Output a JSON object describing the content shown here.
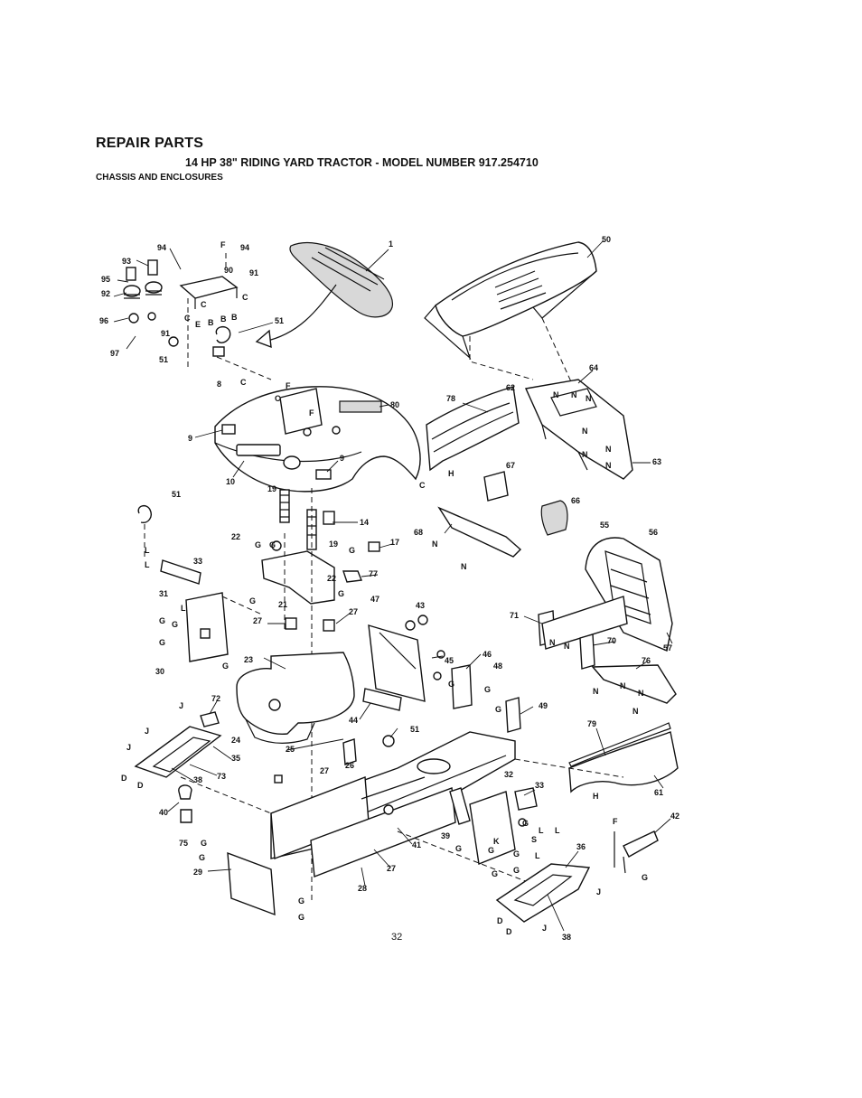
{
  "header": {
    "title": "REPAIR PARTS",
    "subtitle": "14 HP 38\" RIDING YARD TRACTOR - MODEL NUMBER 917.254710",
    "section": "CHASSIS AND ENCLOSURES"
  },
  "page_number": "32",
  "callouts": {
    "c1": "1",
    "c50": "50",
    "c94a": "94",
    "c94b": "94",
    "c93": "93",
    "c95": "95",
    "c90": "90",
    "c91a": "91",
    "c92": "92",
    "c96": "96",
    "c97": "97",
    "c91b": "91",
    "c51a": "51",
    "c51b": "51",
    "c8": "8",
    "c80": "80",
    "c9a": "9",
    "c9b": "9",
    "c10": "10",
    "c64": "64",
    "c78": "78",
    "c62": "62",
    "c63": "63",
    "c67": "67",
    "c66": "66",
    "c68": "68",
    "c19a": "19",
    "c19b": "19",
    "c14": "14",
    "c51c": "51",
    "c22a": "22",
    "c22b": "22",
    "c17": "17",
    "c77": "77",
    "c33a": "33",
    "c21": "21",
    "c27a": "27",
    "c27b": "27",
    "c27c": "27",
    "c27d": "27",
    "c31": "31",
    "c30": "30",
    "c23": "23",
    "c47": "47",
    "c43": "43",
    "c46": "46",
    "c45": "45",
    "c48": "48",
    "c49": "49",
    "c44": "44",
    "c51d": "51",
    "c55": "55",
    "c56": "56",
    "c71": "71",
    "c70": "70",
    "c57": "57",
    "c76": "76",
    "c79": "79",
    "c61": "61",
    "c72": "72",
    "c35": "35",
    "c73": "73",
    "c38a": "38",
    "c24": "24",
    "c25": "25",
    "c26": "26",
    "c32": "32",
    "c33b": "33",
    "c40": "40",
    "c75": "75",
    "c29": "29",
    "c28": "28",
    "c41": "41",
    "c39": "39",
    "c36": "36",
    "c38b": "38",
    "c42": "42"
  },
  "letters": {
    "F": "F",
    "C": "C",
    "E": "E",
    "B": "B",
    "N": "N",
    "H": "H",
    "G": "G",
    "L": "L",
    "J": "J",
    "D": "D",
    "K": "K",
    "S": "S"
  }
}
